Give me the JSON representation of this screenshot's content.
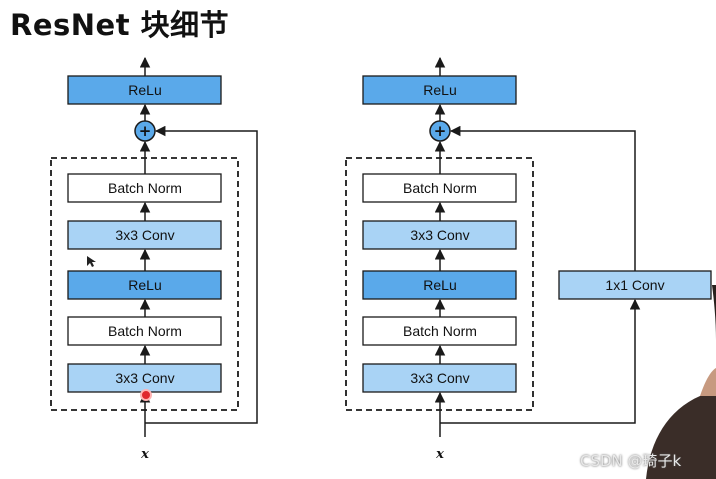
{
  "title": "ResNet 块细节",
  "left_block": {
    "output": "ReLu",
    "add_symbol": "+",
    "layers": [
      "Batch Norm",
      "3x3 Conv",
      "ReLu",
      "Batch Norm",
      "3x3 Conv"
    ],
    "input": "x"
  },
  "right_block": {
    "output": "ReLu",
    "add_symbol": "+",
    "layers": [
      "Batch Norm",
      "3x3 Conv",
      "ReLu",
      "Batch Norm",
      "3x3 Conv"
    ],
    "shortcut": "1x1 Conv",
    "input": "x"
  },
  "watermark": "CSDN @琦子k",
  "colors": {
    "relu_fill": "#5aa9ea",
    "conv_fill": "#a9d3f5",
    "norm_fill": "#ffffff",
    "stroke": "#1a1a1a",
    "add_fill": "#5aa9ea",
    "cursor_dot": "#e0262e"
  }
}
